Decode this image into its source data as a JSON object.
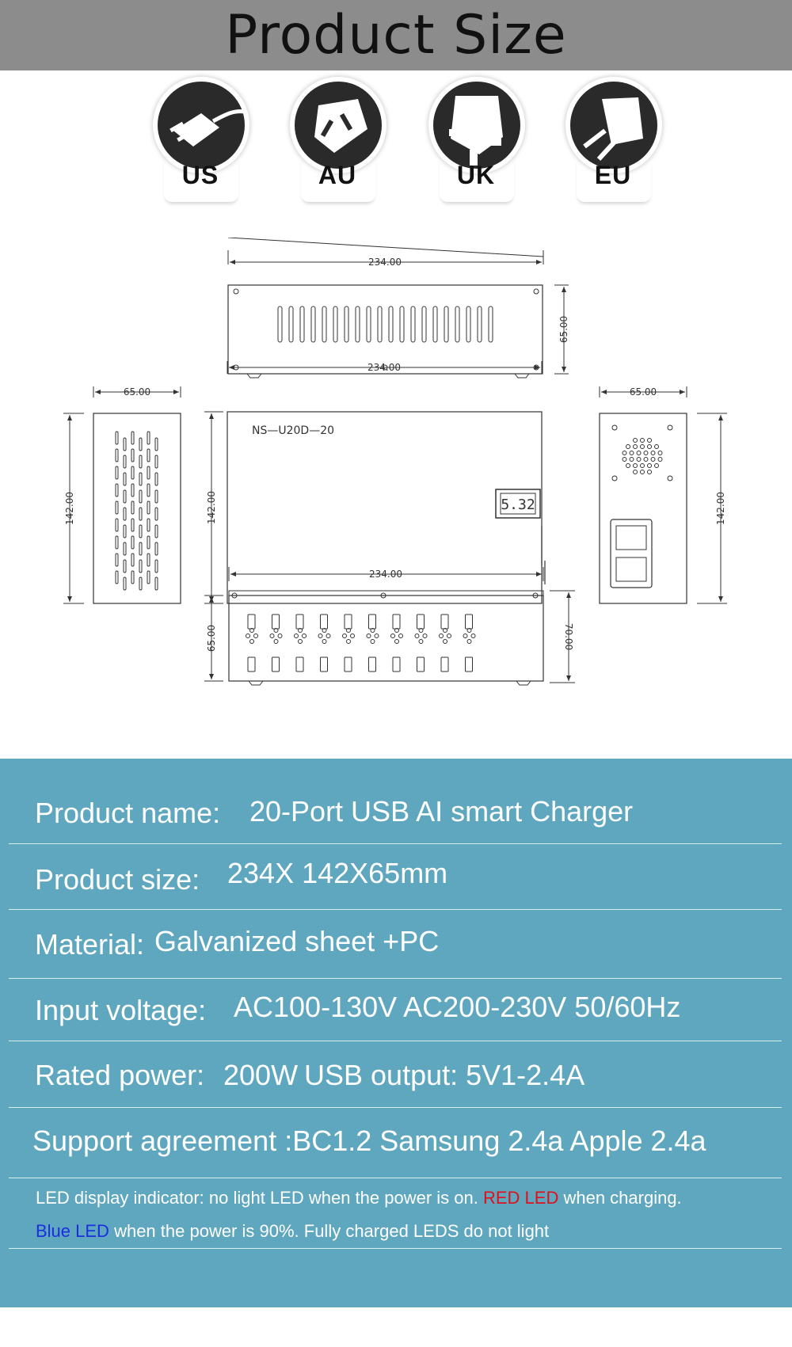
{
  "header": {
    "title": "Product Size"
  },
  "plugs": [
    {
      "label": "US",
      "icon": "us-plug-icon"
    },
    {
      "label": "AU",
      "icon": "au-plug-icon"
    },
    {
      "label": "UK",
      "icon": "uk-plug-icon"
    },
    {
      "label": "EU",
      "icon": "eu-plug-icon"
    }
  ],
  "drawing": {
    "top_width": "234.00",
    "top_height": "65.00",
    "side_width": "65.00",
    "side_height": "142.00",
    "front_width": "234.00",
    "front_height": "142.00",
    "model": "NS—U20D—20",
    "display_reading": "5.32",
    "back_width": "65.00",
    "back_height": "142.00",
    "bottom_width": "234.00",
    "bottom_height": "65.00",
    "bottom_total_height": "70.00"
  },
  "specs": {
    "product_name_label": "Product name:",
    "product_name_value": "20-Port USB AI smart Charger",
    "product_size_label": "Product size:",
    "product_size_value": "234X  142X65mm",
    "material_label": "Material:",
    "material_value": "Galvanized sheet +PC",
    "input_voltage_label": "Input voltage:",
    "input_voltage_value": "AC100-130V  AC200-230V  50/60Hz",
    "rated_power_label": "Rated power:",
    "rated_power_value": "200W",
    "usb_output": "USB output: 5V1-2.4A",
    "support": "Support agreement :BC1.2 Samsung 2.4a Apple 2.4a",
    "led_line1_a": "LED display indicator: no light LED when the power is on. ",
    "led_line1_red": "RED LED",
    "led_line1_b": " when charging.",
    "led_line2_blue": "Blue LED",
    "led_line2_b": " when the power is 90%. Fully charged LEDS do not light"
  },
  "colors": {
    "header_bg": "#8c8c8c",
    "panel_bg": "#5fa7bf",
    "red_led": "#e0101a",
    "blue_led": "#1a2ee0"
  }
}
